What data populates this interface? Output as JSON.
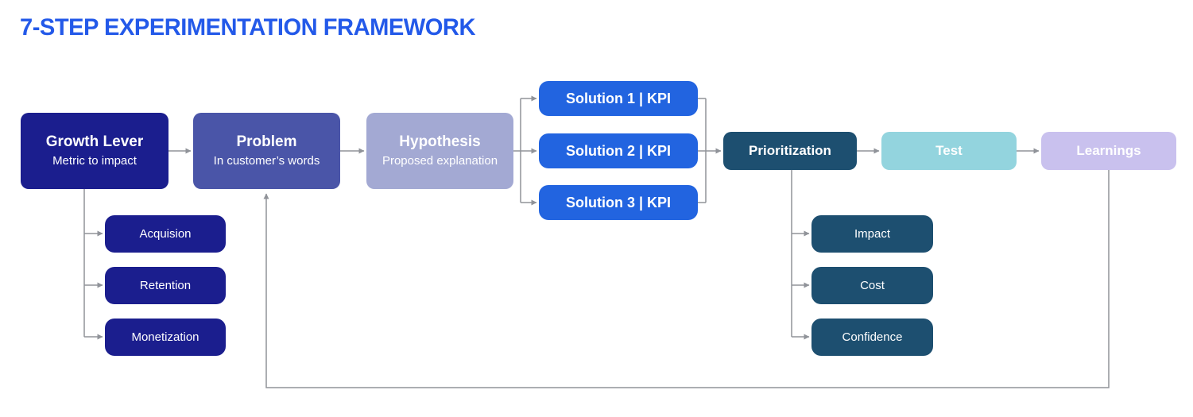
{
  "title": "7-STEP EXPERIMENTATION FRAMEWORK",
  "colors": {
    "title": "#2359e9",
    "navy": "#1b1e8e",
    "indigo": "#4a55a8",
    "lavender": "#a3a9d3",
    "solution_blue": "#2264e0",
    "teal": "#1d4f70",
    "cyan": "#93d4de",
    "lilac": "#c9c1ee",
    "connector_gray": "#909399",
    "background": "#ffffff",
    "text": "#ffffff"
  },
  "nodes": {
    "growth_lever": {
      "label": "Growth Lever",
      "sublabel": "Metric to impact"
    },
    "problem": {
      "label": "Problem",
      "sublabel": "In customer’s words"
    },
    "hypothesis": {
      "label": "Hypothesis",
      "sublabel": "Proposed explanation"
    },
    "solutions": [
      {
        "label": "Solution 1 | KPI"
      },
      {
        "label": "Solution 2 | KPI"
      },
      {
        "label": "Solution 3 | KPI"
      }
    ],
    "prioritization": {
      "label": "Prioritization"
    },
    "test": {
      "label": "Test"
    },
    "learnings": {
      "label": "Learnings"
    },
    "growth_sub": [
      {
        "label": "Acquision"
      },
      {
        "label": "Retention"
      },
      {
        "label": "Monetization"
      }
    ],
    "prioritization_sub": [
      {
        "label": "Impact"
      },
      {
        "label": "Cost"
      },
      {
        "label": "Confidence"
      }
    ]
  }
}
